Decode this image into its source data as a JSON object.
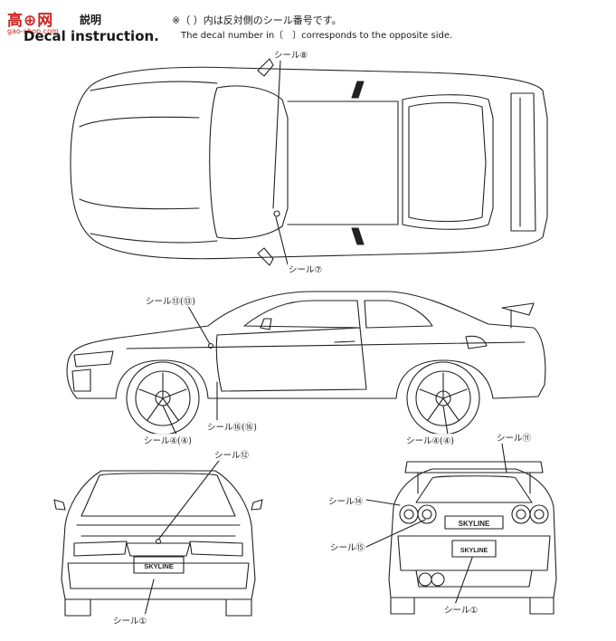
{
  "header": {
    "logo_text": "高⊕网",
    "logo_sub": "gao-shop.com",
    "title_jp": "説明",
    "title_en": "Decal instruction.",
    "note_jp": "※（ ）内は反対側のシール番号です。",
    "note_en": "The decal number in〔　〕corresponds to the opposite side."
  },
  "labels": {
    "top_view_roof": "シール⑧",
    "top_view_side": "シール⑦",
    "side_front_fender": "シール⑬(⑬)",
    "side_sill": "シール⑯(⑯)",
    "side_front_wheel": "シール④(④)",
    "side_rear_wheel": "シール④(④)",
    "front_top": "シール⑫",
    "front_bottom": "シール①",
    "rear_top": "シール⑪",
    "rear_left_upper": "シール⑭",
    "rear_left_lower": "シール⑮",
    "rear_bottom": "シール①"
  },
  "plates": {
    "front": "SKYLINE",
    "rear_badge": "SKYLINE",
    "rear_plate": "SKYLINE"
  },
  "colors": {
    "line": "#222222",
    "logo": "#cc2222"
  }
}
